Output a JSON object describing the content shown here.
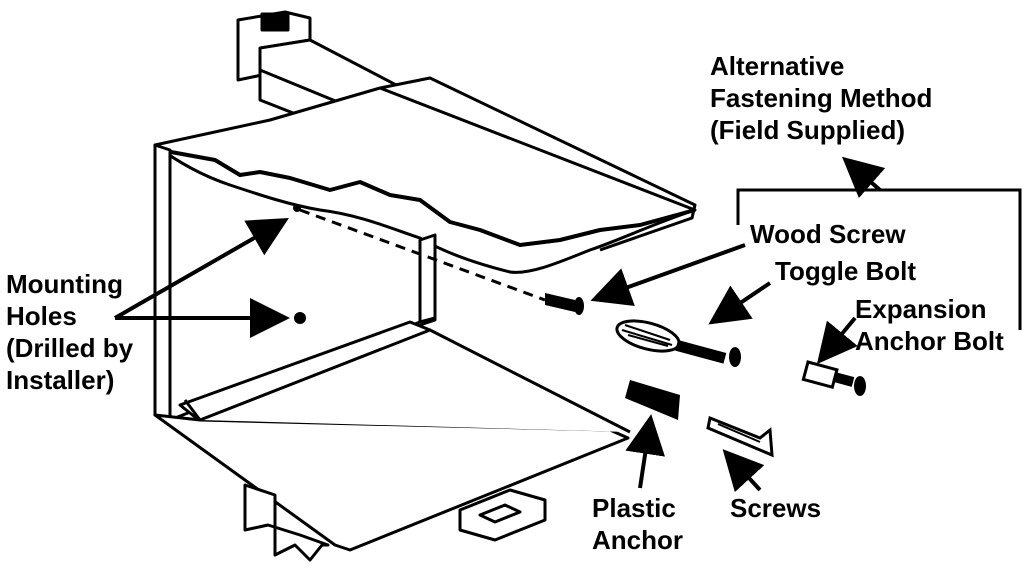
{
  "colors": {
    "ink": "#000000",
    "paper": "#ffffff"
  },
  "labels": {
    "alternative": [
      "Alternative",
      "Fastening Method",
      "(Field Supplied)"
    ],
    "mounting": [
      "Mounting",
      "Holes",
      "(Drilled by",
      "Installer)"
    ],
    "wood_screw": "Wood Screw",
    "toggle_bolt": "Toggle Bolt",
    "expansion": [
      "Expansion",
      "Anchor Bolt"
    ],
    "plastic_anchor": [
      "Plastic",
      "Anchor"
    ],
    "screws": "Screws"
  },
  "icons": [
    "wood-screw-icon",
    "toggle-bolt-icon",
    "expansion-anchor-bolt-icon",
    "plastic-anchor-icon",
    "screws-icon"
  ]
}
